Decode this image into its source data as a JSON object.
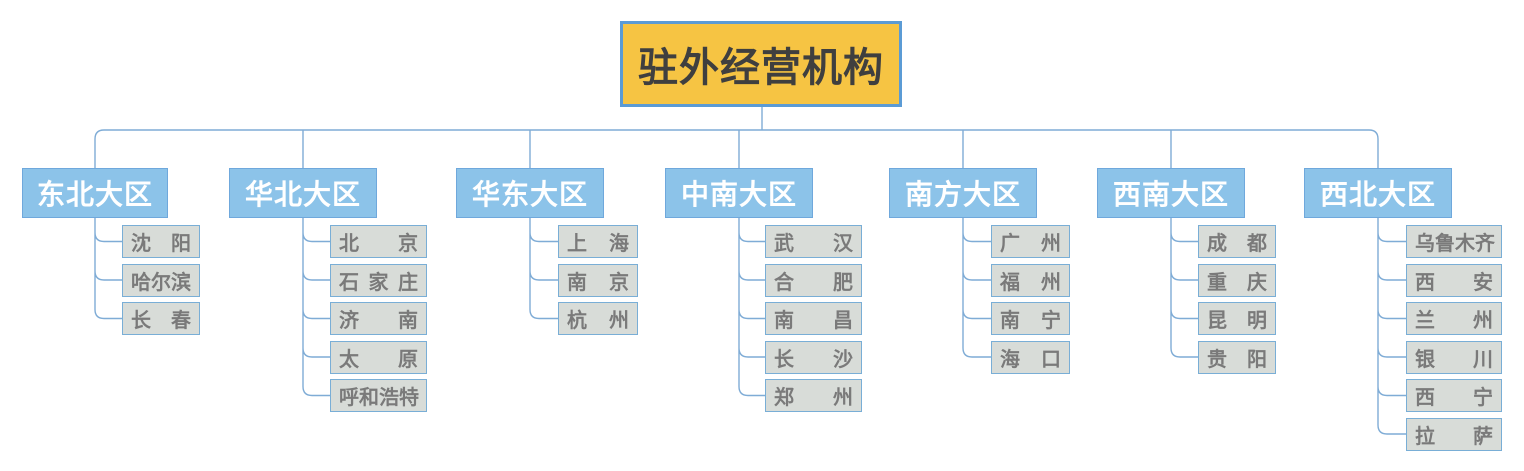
{
  "title": "驻外经营机构",
  "colors": {
    "root_fill": "#F6C443",
    "root_border": "#5B9BD5",
    "root_text": "#3F3F3F",
    "region_fill": "#8CC3E9",
    "region_border": "#6FA8DC",
    "region_text": "#FFFFFF",
    "city_fill": "#D8DCD8",
    "city_border": "#79AED6",
    "city_text": "#7A7A7A",
    "connector": "#7FACD6",
    "background": "#FFFFFF"
  },
  "regions": [
    {
      "label": "东北大区",
      "cities": [
        "沈阳",
        "哈尔滨",
        "长春"
      ]
    },
    {
      "label": "华北大区",
      "cities": [
        "北京",
        "石家庄",
        "济南",
        "太原",
        "呼和浩特"
      ]
    },
    {
      "label": "华东大区",
      "cities": [
        "上海",
        "南京",
        "杭州"
      ]
    },
    {
      "label": "中南大区",
      "cities": [
        "武汉",
        "合肥",
        "南昌",
        "长沙",
        "郑州"
      ]
    },
    {
      "label": "南方大区",
      "cities": [
        "广州",
        "福州",
        "南宁",
        "海口"
      ]
    },
    {
      "label": "西南大区",
      "cities": [
        "成都",
        "重庆",
        "昆明",
        "贵阳"
      ]
    },
    {
      "label": "西北大区",
      "cities": [
        "乌鲁木齐",
        "西安",
        "兰州",
        "银川",
        "西宁",
        "拉萨"
      ]
    }
  ]
}
